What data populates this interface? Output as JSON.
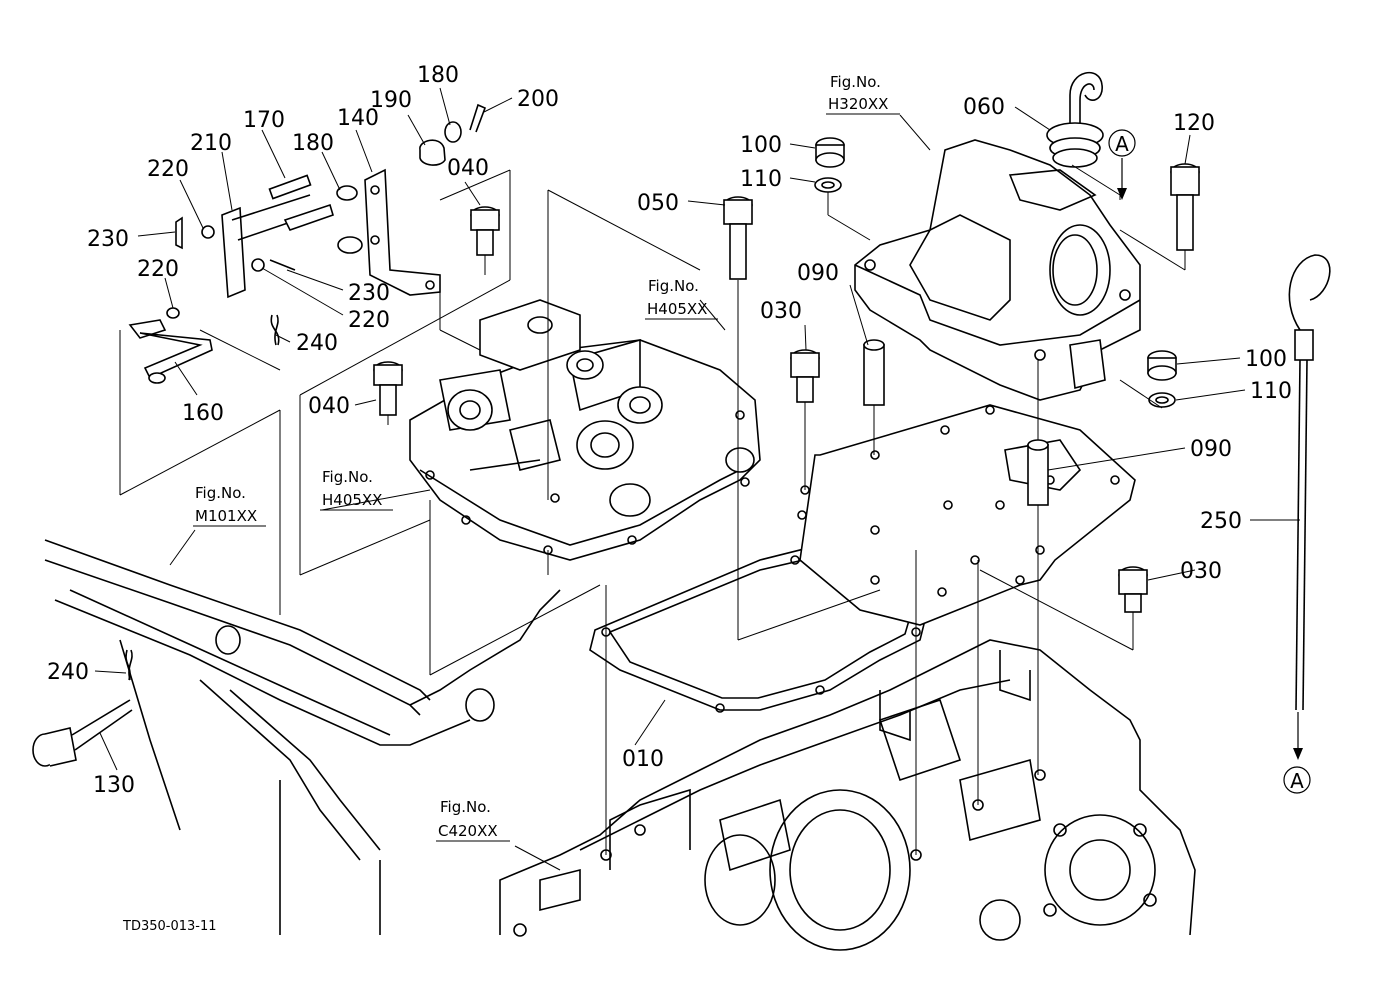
{
  "drawing_code": "TD350-013-11",
  "figure_refs": {
    "h320": {
      "caption": "Fig.No.",
      "number": "H320XX"
    },
    "h405_top": {
      "caption": "Fig.No.",
      "number": "H405XX"
    },
    "h405_left": {
      "caption": "Fig.No.",
      "number": "H405XX"
    },
    "m101": {
      "caption": "Fig.No.",
      "number": "M101XX"
    },
    "c420": {
      "caption": "Fig.No.",
      "number": "C420XX"
    }
  },
  "callouts": {
    "p180_top": "180",
    "p190": "190",
    "p200": "200",
    "p170": "170",
    "p140": "140",
    "p210": "210",
    "p180_mid": "180",
    "p220_top": "220",
    "p040_top": "040",
    "p230_left": "230",
    "p220_mid": "220",
    "p230_right": "230",
    "p220_right": "220",
    "p240_top": "240",
    "p160": "160",
    "p040_left": "040",
    "p050": "050",
    "p100_top": "100",
    "p110_top": "110",
    "p090_top": "090",
    "p030_mid": "030",
    "p060": "060",
    "p120": "120",
    "p100_right": "100",
    "p110_right": "110",
    "p090_right": "090",
    "p250": "250",
    "p030_right": "030",
    "p010": "010",
    "p240_bottom": "240",
    "p130": "130"
  },
  "reference_marks": {
    "top": "A",
    "bottom": "A"
  }
}
